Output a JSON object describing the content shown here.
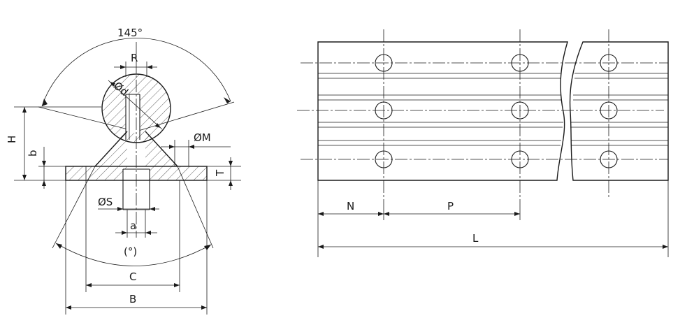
{
  "left_view": {
    "angle_top": "145°",
    "angle_bottom": "(°)",
    "dims": {
      "R": "R",
      "d": "Ød",
      "H": "H",
      "b": "b",
      "M": "ØM",
      "T": "T",
      "S": "ØS",
      "a": "a",
      "C": "C",
      "B": "B"
    }
  },
  "right_view": {
    "dims": {
      "N": "N",
      "P": "P",
      "L": "L"
    }
  }
}
